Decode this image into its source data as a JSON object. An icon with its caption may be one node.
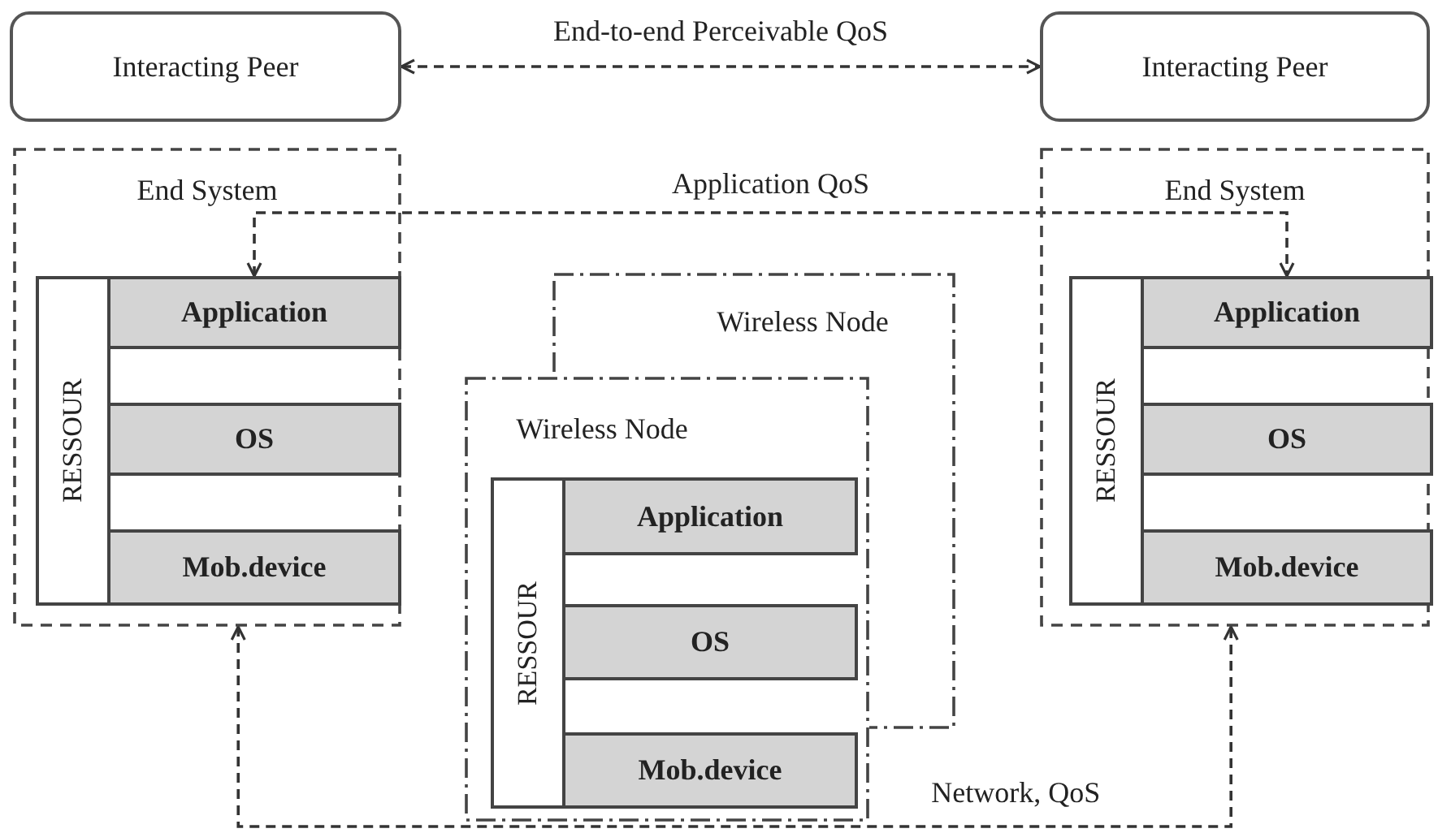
{
  "diagram": {
    "nodes": [
      {
        "text": [
          "Interacting Peer"
        ]
      },
      {
        "text": [
          "Interacting Peer"
        ]
      },
      {
        "text": [
          "End System"
        ]
      },
      {
        "text": [
          "RESSOUR"
        ],
        "in": 2
      },
      {
        "text": [
          "Application"
        ],
        "in": 2
      },
      {
        "text": [
          "OS"
        ],
        "in": 2
      },
      {
        "text": [
          "Mob.device"
        ],
        "in": 2
      },
      {
        "text": [
          "End System"
        ]
      },
      {
        "text": [
          "RESSOUR"
        ],
        "in": 7
      },
      {
        "text": [
          "Application"
        ],
        "in": 7
      },
      {
        "text": [
          "OS"
        ],
        "in": 7
      },
      {
        "text": [
          "Mob.device"
        ],
        "in": 7
      },
      {
        "text": [
          "Wireless Node"
        ]
      },
      {
        "text": [
          "Wireless Node"
        ]
      },
      {
        "text": [
          "RESSOUR"
        ],
        "in": 13
      },
      {
        "text": [
          "Application"
        ]
      },
      {
        "text": [
          "OS"
        ]
      },
      {
        "text": [
          "Mob.device"
        ],
        "in": 13
      }
    ],
    "edges": [
      {
        "from": 0,
        "to": 1,
        "arrow": "both",
        "label": "End-to-end Perceivable QoS",
        "style": "dashed"
      },
      {
        "from": 4,
        "to": 9,
        "arrow": "both",
        "label": "Application QoS",
        "style": "dashed"
      },
      {
        "from": 2,
        "to": 7,
        "arrow": "both",
        "label": "Network, QoS",
        "style": "dashed"
      }
    ]
  }
}
